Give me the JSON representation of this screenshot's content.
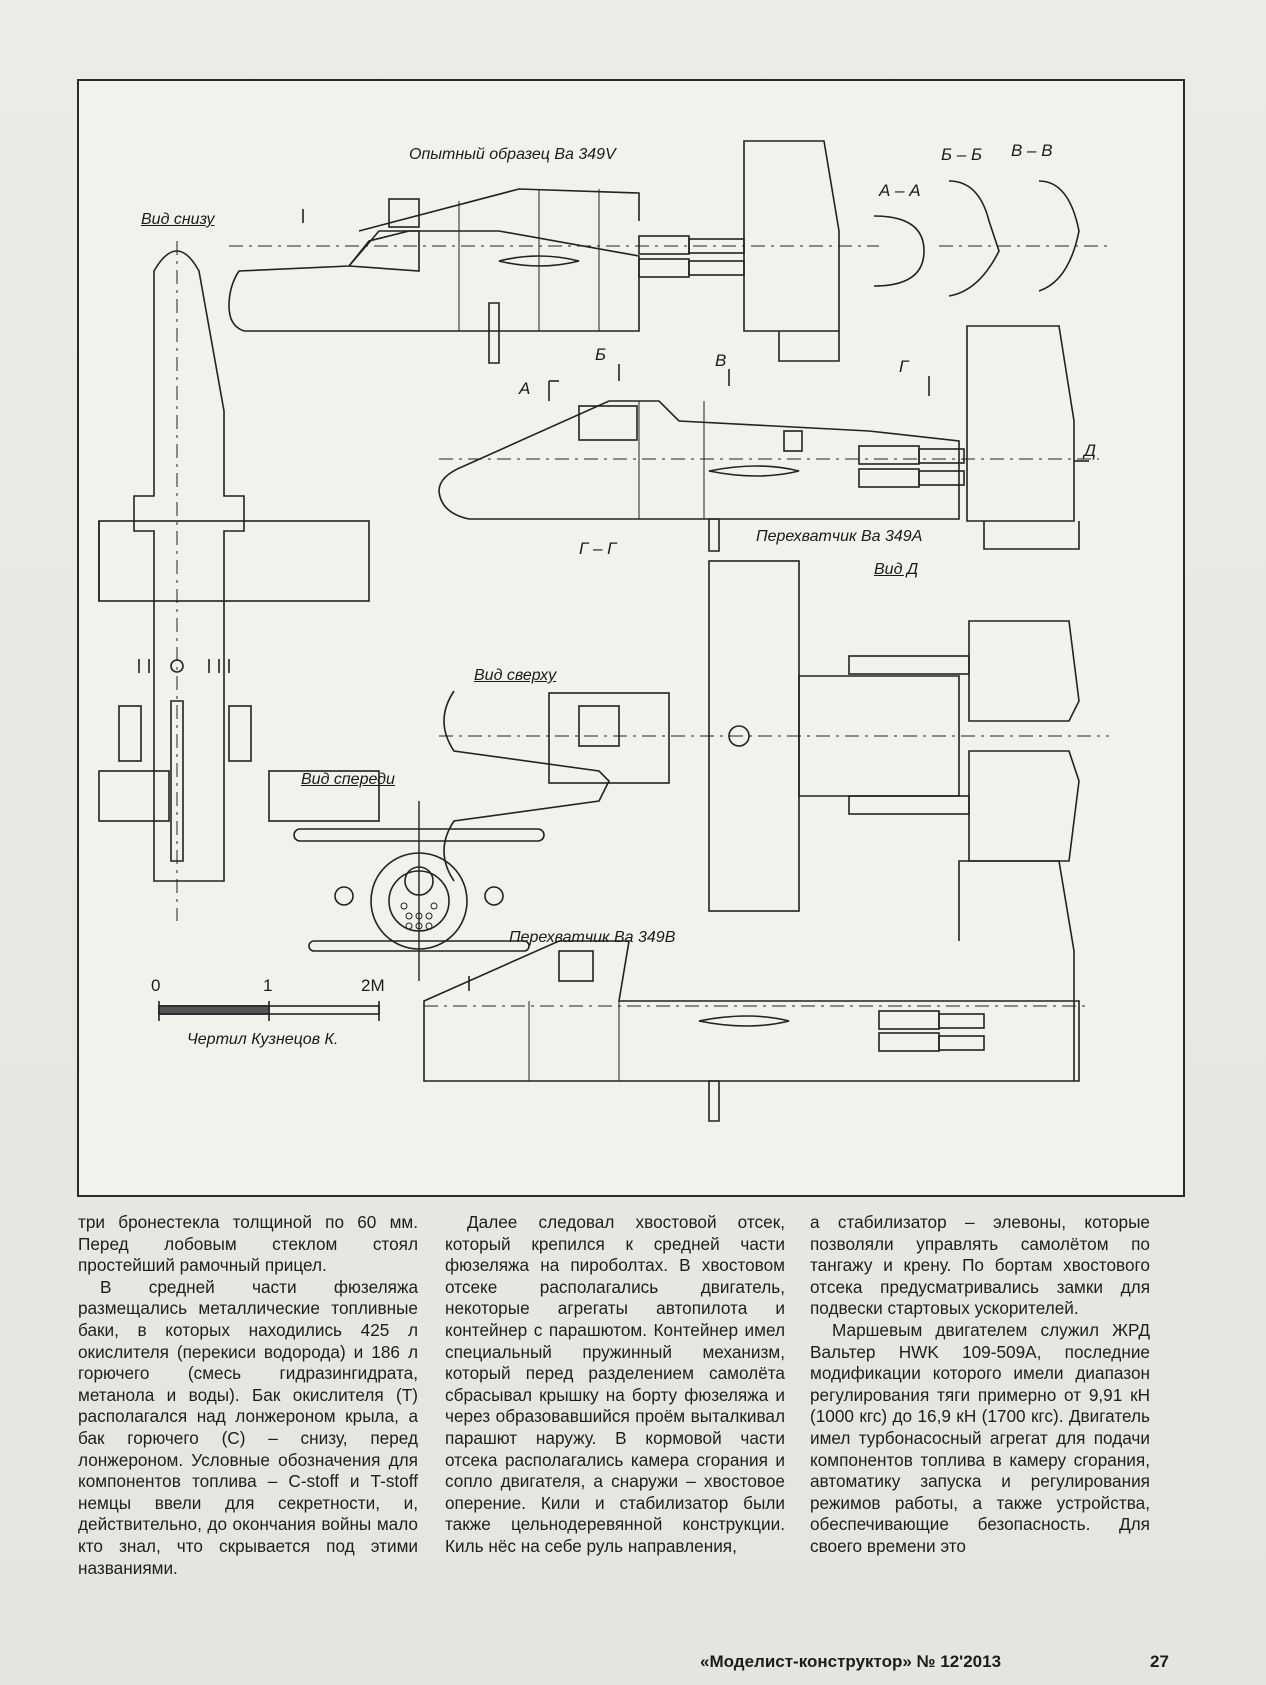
{
  "drawing": {
    "prototype_label": "Опытный образец Ва 349V",
    "bottom_view_label": "Вид снизу",
    "section_aa": "А – А",
    "section_bb": "Б – Б",
    "section_vv": "В – В",
    "marker_a": "А",
    "marker_b": "Б",
    "marker_v": "В",
    "marker_g": "Г",
    "marker_d": "Д",
    "interceptor_a_label": "Перехватчик Ва 349А",
    "section_gg": "Г – Г",
    "view_d_label": "Вид Д",
    "top_view_label": "Вид сверху",
    "front_view_label": "Вид спереди",
    "interceptor_b_label": "Перехватчик Ва 349В",
    "scale_0": "0",
    "scale_1": "1",
    "scale_2": "2М",
    "author": "Чертил Кузнецов К."
  },
  "columns": {
    "col1": [
      "три бронестекла толщиной по 60 мм. Перед лобовым стеклом стоял простейший рамочный прицел.",
      "В средней части фюзеляжа размещались металлические топливные баки, в которых находились 425 л окислителя (перекиси водорода) и 186 л горючего (смесь гидразингидрата, метанола и воды). Бак окислителя (Т) располагался над лонжероном крыла, а бак горючего (С) – снизу, перед лонжероном. Условные обозначения для компонентов топлива – C-stoff и T-stoff немцы ввели для секретности, и, действительно, до окончания войны мало кто знал, что скрывается под этими названиями."
    ],
    "col2": [
      "Далее следовал хвостовой отсек, который крепился к средней части фюзеляжа на пироболтах. В хвостовом отсеке располагались двигатель, некоторые агрегаты автопилота и контейнер с парашютом. Контейнер имел специальный пружинный механизм, который перед разделением самолёта сбрасывал крышку на борту фюзеляжа и через образовавшийся проём выталкивал парашют наружу. В кормовой части отсека располагались камера сгорания и сопло двигателя, а снаружи – хвостовое оперение. Кили и стабилизатор были также цельнодеревянной конструкции. Киль нёс на себе руль направления,"
    ],
    "col3": [
      "а стабилизатор – элевоны, которые позволяли управлять самолётом по тангажу и крену. По бортам хвостового отсека предусматривались замки для подвески стартовых ускорителей.",
      "Маршевым двигателем служил ЖРД Вальтер HWK 109-509А, последние модификации которого имели диапазон регулирования тяги примерно от 9,91 кН (1000 кгс) до 16,9 кН (1700 кгс). Двигатель имел турбонасосный агрегат для подачи компонентов топлива в камеру сгорания, автоматику запуска и регулирования режимов работы, а также устройства, обеспечивающие безопасность. Для своего времени это"
    ]
  },
  "footer": {
    "magazine": "«Моделист-конструктор» № 12'2013",
    "page_number": "27"
  }
}
